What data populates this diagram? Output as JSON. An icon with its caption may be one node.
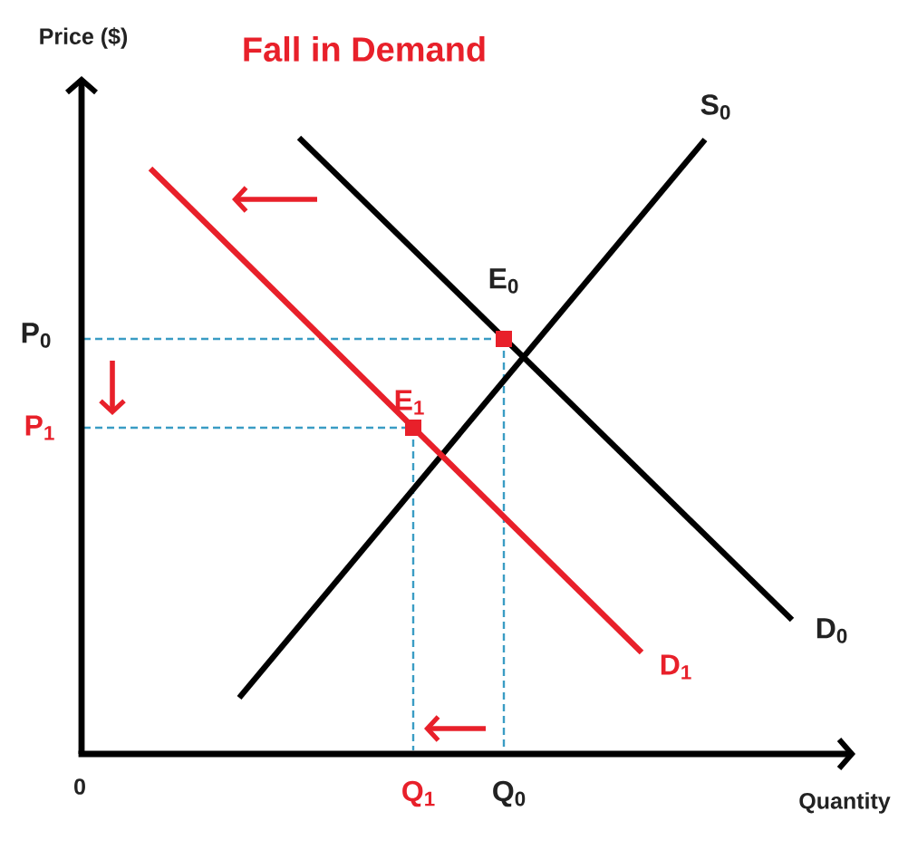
{
  "diagram": {
    "title": "Fall in Demand",
    "labels": [
      "Price ($)",
      "S$_{0}$",
      "E$_{0}$",
      "P$_{0}$",
      "E$_{1}$",
      "P$_{1}$",
      "D$_{0}$",
      "D$_{1}$",
      "0",
      "Q$_{1}$",
      "Q$_{0}$",
      "Quantity"
    ]
  }
}
